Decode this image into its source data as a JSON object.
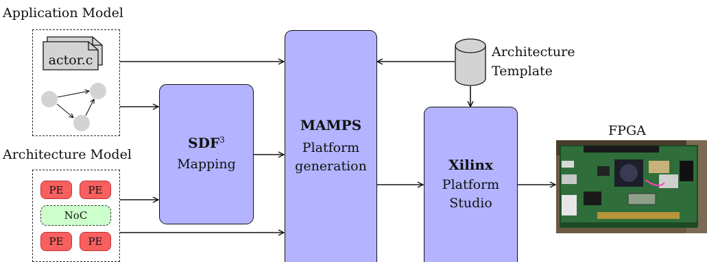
{
  "application_model": {
    "title": "Application Model",
    "file_label": "actor.c",
    "graph_icon": "task-graph-icon"
  },
  "architecture_model": {
    "title": "Architecture Model",
    "pe_labels": [
      "PE",
      "PE",
      "PE",
      "PE"
    ],
    "noc_label": "NoC"
  },
  "sdf3": {
    "name": "SDF",
    "superscript": "3",
    "subtitle": "Mapping"
  },
  "mamps": {
    "name": "MAMPS",
    "line1": "Platform",
    "line2": "generation"
  },
  "xilinx": {
    "name": "Xilinx",
    "line1": "Platform",
    "line2": "Studio"
  },
  "template": {
    "line1": "Architecture",
    "line2": "Template",
    "icon": "database-cylinder-icon"
  },
  "fpga": {
    "title": "FPGA",
    "image": "fpga-board-photo"
  },
  "colors": {
    "block_fill": "#b3b3ff",
    "pe_fill": "#f86060",
    "noc_fill": "#ccffcc",
    "node_fill": "#d3d3d3"
  }
}
